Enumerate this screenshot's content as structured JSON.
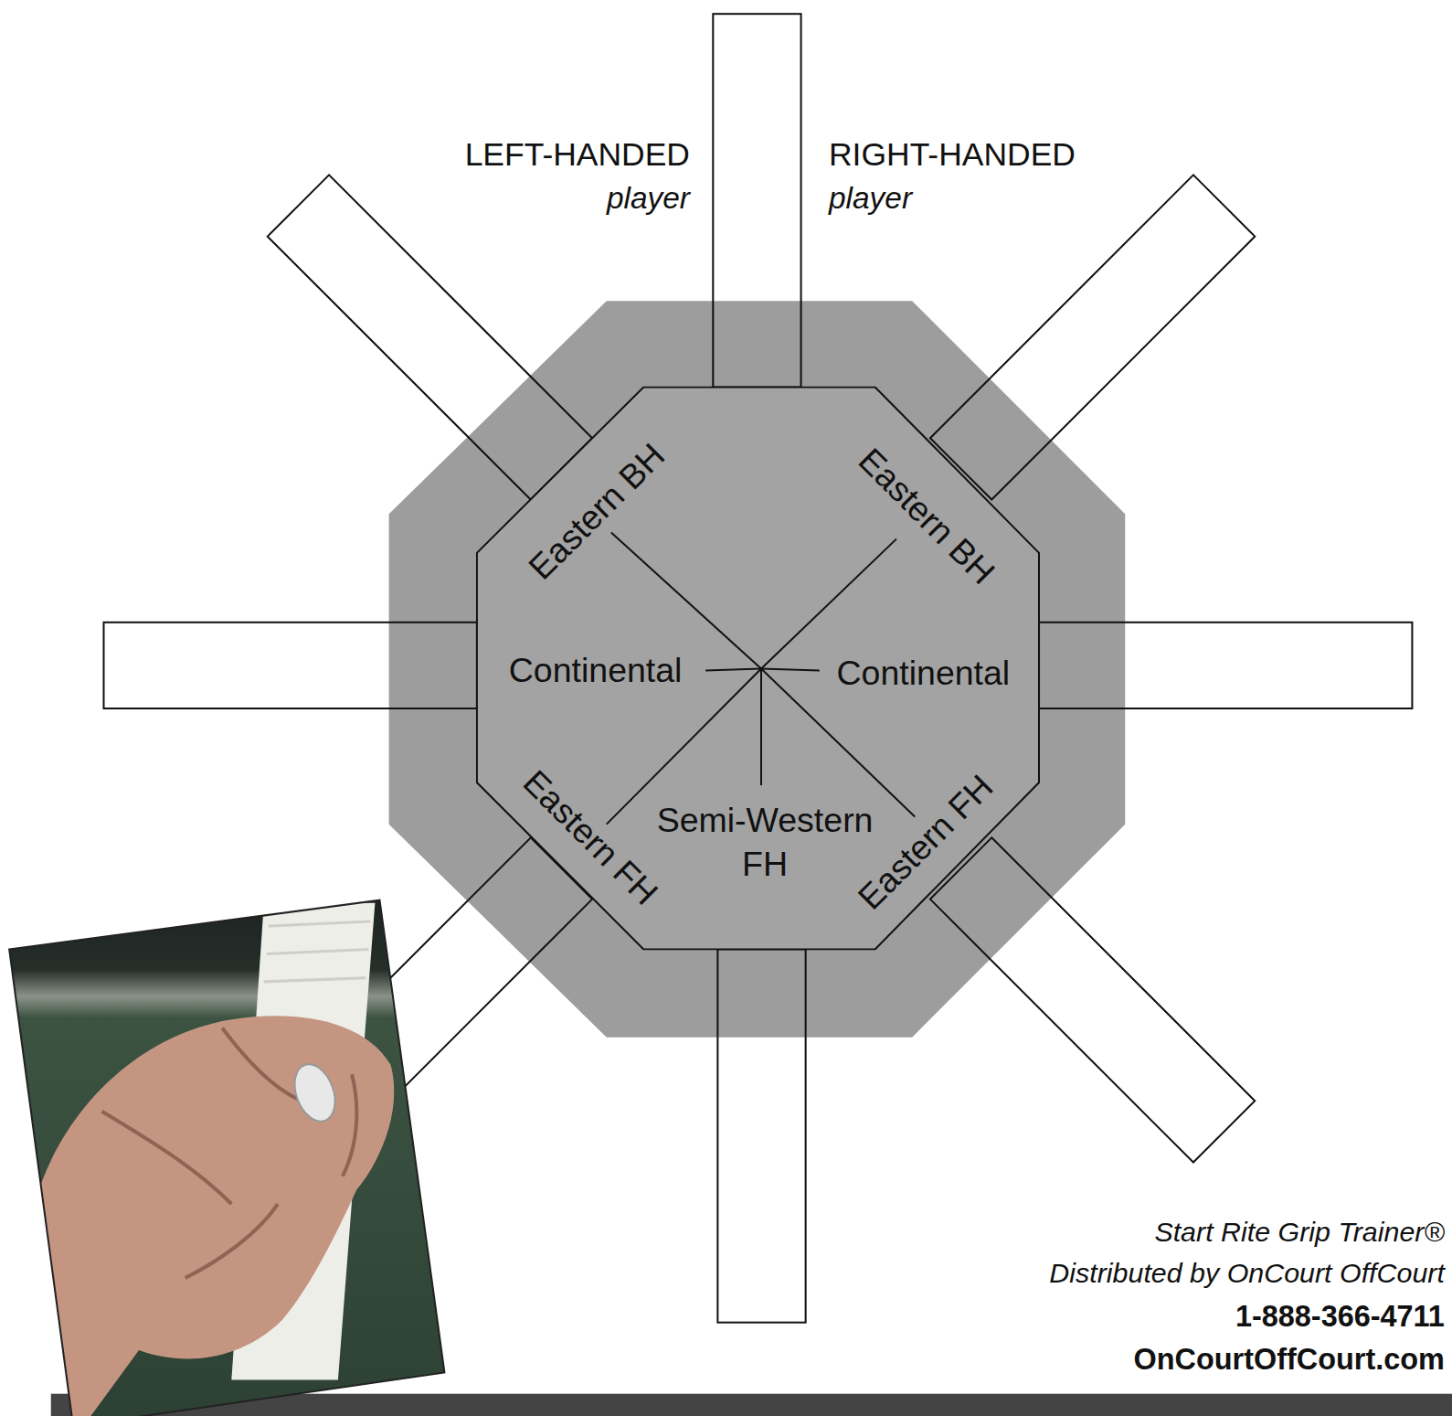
{
  "diagram": {
    "nodes": [
      {
        "text": [
          "Eastern BH",
          "Eastern BH",
          "Continental",
          "Continental",
          "Eastern FH",
          "Semi-Western FH",
          "Eastern FH"
        ]
      }
    ],
    "labels": [
      "LEFT-HANDED",
      "player",
      "RIGHT-HANDED",
      "player",
      "Start Rite Grip Trainer®",
      "Distributed by OnCourt OffCourt",
      "1-888-366-4711",
      "OnCourtOffCourt.com"
    ]
  }
}
